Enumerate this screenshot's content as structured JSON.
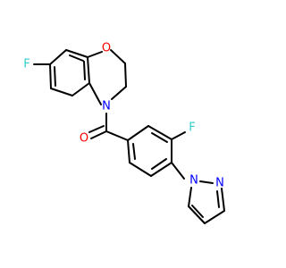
{
  "molecule": {
    "atom_labels": {
      "f_top": "F",
      "o_ring": "O",
      "n_ring": "N",
      "o_carbonyl": "O",
      "f_right": "F",
      "n_pyrazole_1": "N",
      "n_pyrazole_2": "N"
    },
    "colors": {
      "bond": "#000000",
      "fluorine": "#33cccc",
      "oxygen": "#ff0000",
      "nitrogen": "#0000ff"
    }
  }
}
